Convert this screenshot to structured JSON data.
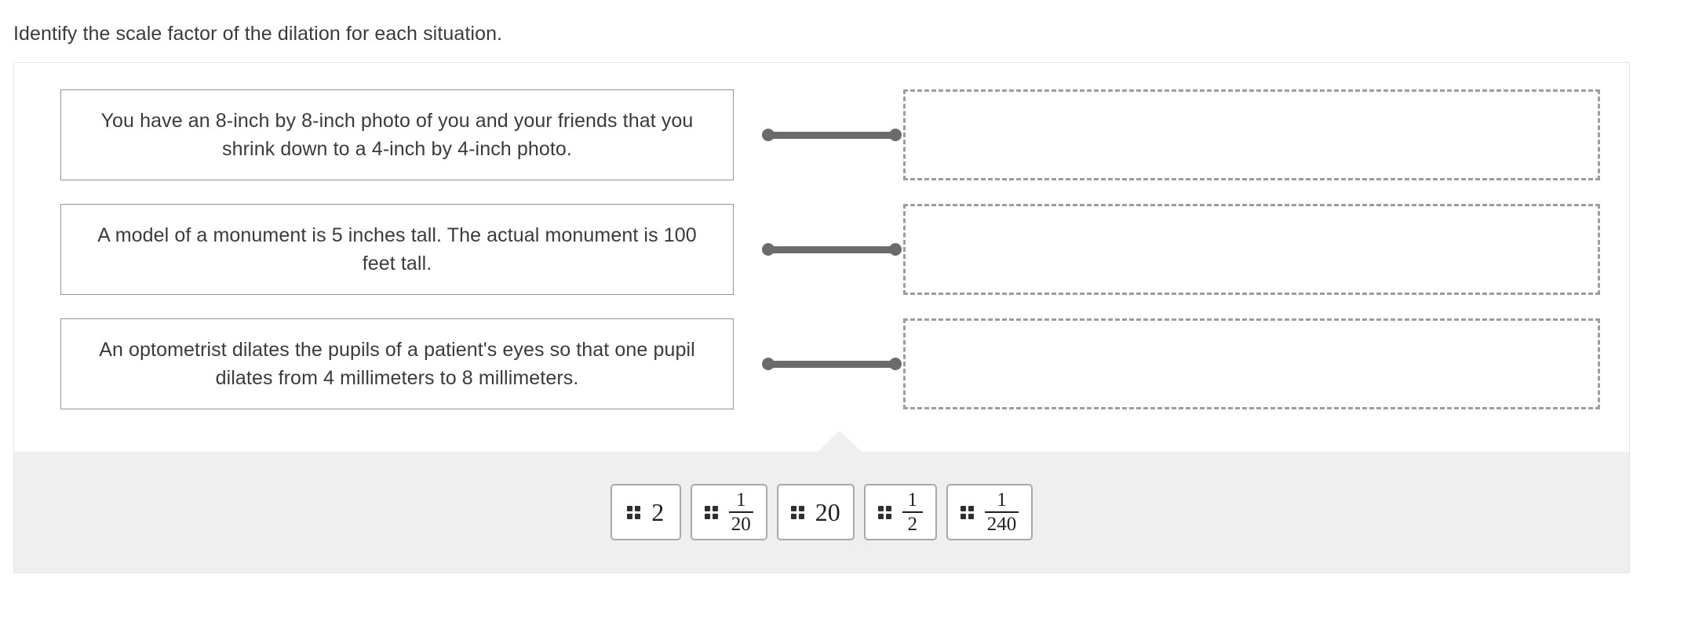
{
  "instruction": "Identify the scale factor of the dilation for each situation.",
  "colors": {
    "text": "#3b3b3b",
    "box_border": "#949494",
    "dropzone_border": "#9d9d9d",
    "connector": "#6b6b6b",
    "tray_background": "#efefef",
    "tile_border": "#a8a8a8",
    "card_border": "#e4e4e4"
  },
  "match_rows": [
    {
      "id": "row-1",
      "situation": "You have an 8-inch by 8-inch photo of you and your friends that you shrink down to a 4-inch by 4-inch photo.",
      "answer": "",
      "dropzone_placeholder": ""
    },
    {
      "id": "row-2",
      "situation": "A model of a monument is 5 inches tall. The actual monument is 100 feet tall.",
      "answer": "",
      "dropzone_placeholder": ""
    },
    {
      "id": "row-3",
      "situation": "An optometrist dilates the pupils of a patient's eyes so that one pupil dilates from 4 millimeters to 8 millimeters.",
      "answer": "",
      "dropzone_placeholder": ""
    }
  ],
  "tray": {
    "drag_handle_icon": "drag-dots-icon",
    "tiles": [
      {
        "id": "tile-2",
        "kind": "integer",
        "value": "2"
      },
      {
        "id": "tile-1-20",
        "kind": "fraction",
        "numerator": "1",
        "denominator": "20"
      },
      {
        "id": "tile-20",
        "kind": "integer",
        "value": "20"
      },
      {
        "id": "tile-1-2",
        "kind": "fraction",
        "numerator": "1",
        "denominator": "2"
      },
      {
        "id": "tile-1-240",
        "kind": "fraction",
        "numerator": "1",
        "denominator": "240"
      }
    ]
  }
}
